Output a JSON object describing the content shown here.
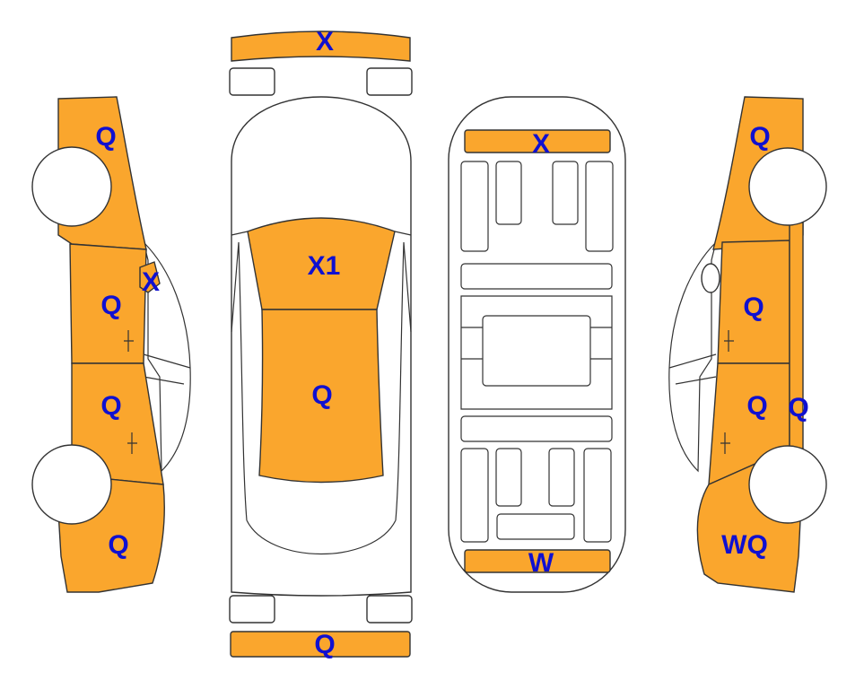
{
  "colors": {
    "damaged": "#FAA62D",
    "undamaged": "#FFFFFF",
    "outline": "#333333",
    "label": "#1010D0"
  },
  "labels": {
    "front_bumper": "X",
    "rear_bumper": "Q",
    "hood": "X1",
    "roof": "Q",
    "underbody_front": "X",
    "underbody_rear": "W",
    "left_front_fender": "Q",
    "left_mirror": "X",
    "left_front_door": "Q",
    "left_rear_door": "Q",
    "left_rear_quarter": "Q",
    "right_front_fender": "Q",
    "right_front_door": "Q",
    "right_rear_door": "Q",
    "right_rocker": "Q",
    "right_rear_quarter": "WQ"
  }
}
